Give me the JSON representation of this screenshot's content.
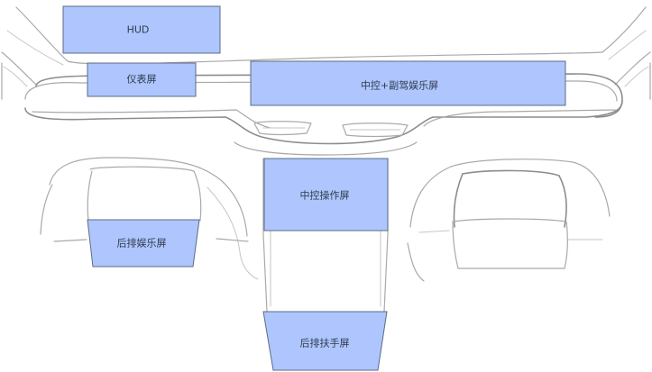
{
  "colors": {
    "screen_fill": "#aec6fd",
    "screen_stroke": "#5b6b86",
    "outline": "#a9a9a9"
  },
  "screens": {
    "hud": "HUD",
    "instrument": "仪表屏",
    "center_passenger": "中控+副驾娱乐屏",
    "center_control": "中控操作屏",
    "rear_entertainment": "后排娱乐屏",
    "rear_armrest": "后排扶手屏"
  }
}
